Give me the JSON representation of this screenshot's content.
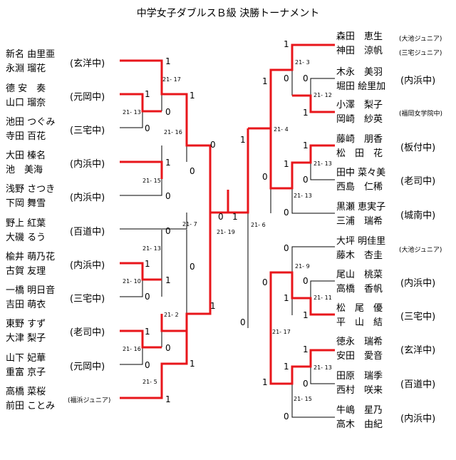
{
  "title": "中学女子ダブルスＢ級 決勝トーナメント",
  "left_teams": [
    {
      "p1": "新名 由里亜",
      "p2": "永淵 瑠花",
      "school": "(玄洋中)"
    },
    {
      "p1": "德 安　奏",
      "p2": "山口 瑠奈",
      "school": "(元岡中)"
    },
    {
      "p1": "池田 つぐみ",
      "p2": "寺田 百花",
      "school": "(三宅中)"
    },
    {
      "p1": "大田 榛名",
      "p2": "池　美海",
      "school": "(内浜中)"
    },
    {
      "p1": "浅野 さつき",
      "p2": "下岡 舞雪",
      "school": "(内浜中)"
    },
    {
      "p1": "野上 紅葉",
      "p2": "大磯 るう",
      "school": "(百道中)"
    },
    {
      "p1": "楡井 萌乃花",
      "p2": "古賀 友理",
      "school": "(内浜中)"
    },
    {
      "p1": "一橋 明日音",
      "p2": "吉田 萌衣",
      "school": "(三宅中)"
    },
    {
      "p1": "東野 すず",
      "p2": "大津 梨子",
      "school": "(老司中)"
    },
    {
      "p1": "山下 妃華",
      "p2": "重富 京子",
      "school": "(元岡中)"
    },
    {
      "p1": "高橋 菜桜",
      "p2": "前田 ことみ",
      "school": "(福浜ジュニア)"
    }
  ],
  "right_teams": [
    {
      "p1": "森田　恵生",
      "p2": "神田　涼帆",
      "school": "(大池ジュニア)",
      "school2": "(三宅ジュニア)"
    },
    {
      "p1": "木永　美羽",
      "p2": "堀田 絵里加",
      "school": "(内浜中)"
    },
    {
      "p1": "小澤　梨子",
      "p2": "岡崎　紗英",
      "school": "(福岡女学院中)"
    },
    {
      "p1": "藤崎　朋香",
      "p2": "松　田　花",
      "school": "(板付中)"
    },
    {
      "p1": "田中 菜々美",
      "p2": "西島　仁稀",
      "school": "(老司中)"
    },
    {
      "p1": "黒瀬 恵実子",
      "p2": "三浦　瑞希",
      "school": "(城南中)"
    },
    {
      "p1": "大坪 明佳里",
      "p2": "藤木　杏圭",
      "school": "(大池ジュニア)"
    },
    {
      "p1": "尾山　桃菜",
      "p2": "高橋　香帆",
      "school": "(内浜中)"
    },
    {
      "p1": "松　尾　優",
      "p2": "平　山　結",
      "school": "(三宅中)"
    },
    {
      "p1": "徳永　瑞希",
      "p2": "安田　愛音",
      "school": "(玄洋中)"
    },
    {
      "p1": "田原　瑞季",
      "p2": "西村　咲来",
      "school": "(百道中)"
    },
    {
      "p1": "牛嶋　星乃",
      "p2": "高木　由紀",
      "school": "(内浜中)"
    }
  ],
  "scores": {
    "L1": "21- 17",
    "L2": "21- 13",
    "L3": "21- 16",
    "L4": "21- 15",
    "L5": "21- 7",
    "L6": "21- 13",
    "L7": "21- 10",
    "L8": "21- 2",
    "L9": "21- 16",
    "L10": "21- 5",
    "F": "21- 19",
    "R1": "21- 3",
    "R2": "21- 12",
    "R3": "21- 4",
    "R4": "21- 13",
    "R5": "21- 13",
    "R6": "21- 6",
    "R7": "21- 9",
    "R8": "21- 11",
    "R9": "21- 17",
    "R10": "21- 13",
    "R11": "21- 15"
  },
  "marks": {
    "win": "1",
    "lose": "0"
  },
  "colors": {
    "win_line": "#e8161b",
    "line": "#000000"
  }
}
